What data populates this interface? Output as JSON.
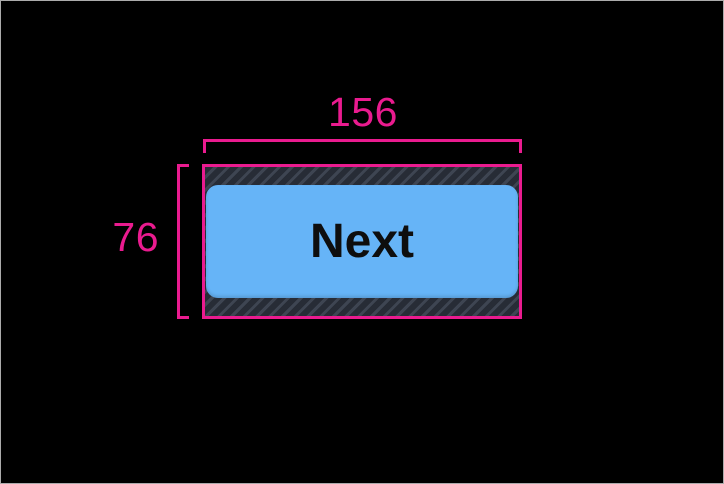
{
  "colors": {
    "canvas_bg": "#000000",
    "frame_border": "#ababab",
    "accent": "#ea1b8f",
    "hatch_base": "#3e4552",
    "hatch_stripe": "#272c36",
    "button_fill": "#66b4f7",
    "button_text": "#0e0e0e"
  },
  "inspector": {
    "width_label": "156",
    "height_label": "76"
  },
  "button": {
    "label": "Next"
  }
}
